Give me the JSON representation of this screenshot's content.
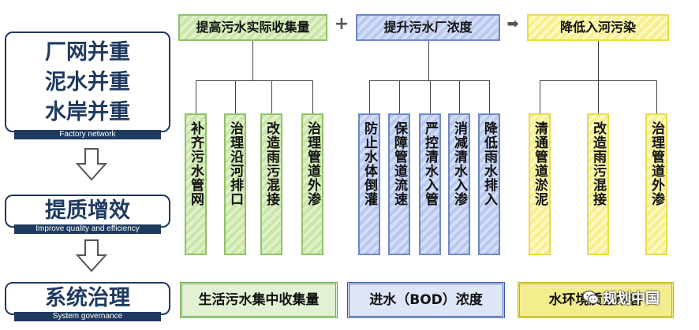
{
  "left": {
    "top_lines": [
      "厂网并重",
      "泥水并重",
      "水岸并重"
    ],
    "top_caption": "Factory network",
    "mid_title": "提质增效",
    "mid_caption": "Improve quality and efficiency",
    "bottom_title": "系统治理",
    "bottom_caption": "System governance"
  },
  "headers": {
    "green": "提高污水实际收集量",
    "blue": "提升污水厂浓度",
    "yellow": "降低入河污染",
    "plus": "+",
    "arrow": "➡"
  },
  "columns": {
    "green": [
      "补齐污水管网",
      "治理沿河排口",
      "改造雨污混接",
      "治理管道外渗"
    ],
    "blue": [
      "防止水体倒灌",
      "保障管道流速",
      "严控清水入管",
      "消减清水入渗",
      "降低雨水排入"
    ],
    "yellow": [
      "清通管道淤泥",
      "改造雨污混接",
      "治理管道外渗"
    ]
  },
  "footer": {
    "green": "生活污水集中收集量",
    "blue": "进水（BOD）浓度",
    "yellow": "水环境质量改善"
  },
  "watermark": "规划中国",
  "colors": {
    "navy": "#1f3a5f",
    "green": "#8fc264",
    "blue": "#6f88c9",
    "yellow": "#e8dc4a"
  }
}
